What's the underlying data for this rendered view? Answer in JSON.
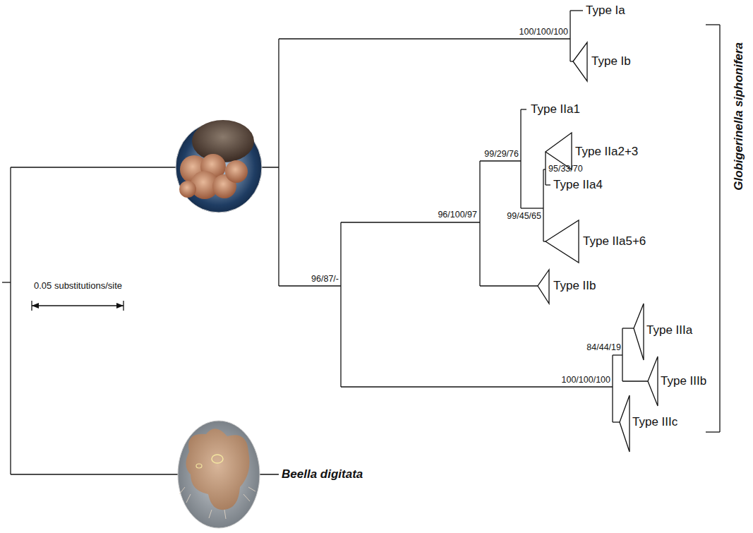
{
  "diagram": {
    "labels": [
      "100/100/100",
      "Type Ia",
      "Type Ib",
      "Type IIa1",
      "99/29/76",
      "Type IIa2+3",
      "95/33/70",
      "Type IIa4",
      "99/45/65",
      "Type IIa5+6",
      "96/100/97",
      "Type IIb",
      "0.05 substitutions/site",
      "Globigerinella siphonifera",
      "96/87/-",
      "84/44/19",
      "Type IIIa",
      "Type IIIb",
      "100/100/100",
      "Type IIIc",
      "Beella digitata"
    ]
  }
}
